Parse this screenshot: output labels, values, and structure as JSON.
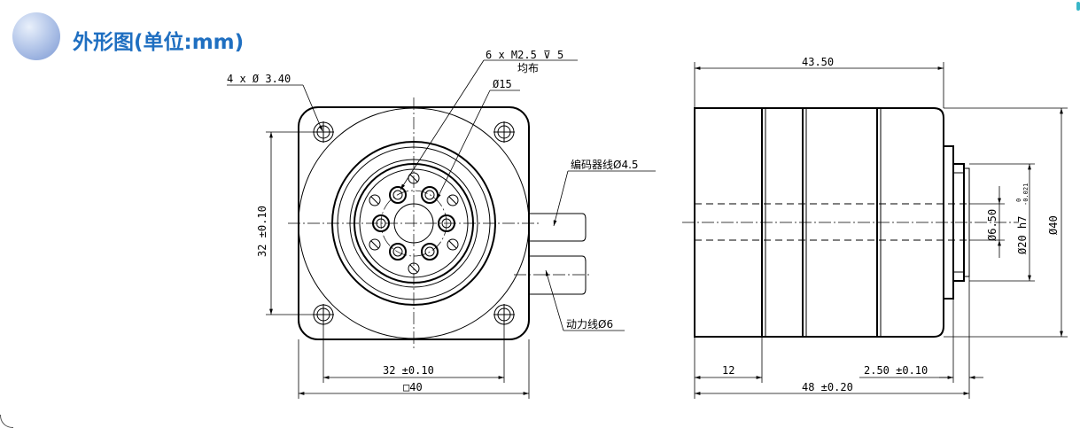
{
  "header": {
    "title": "外形图(单位:mm)"
  },
  "front_view": {
    "flange_holes": "4 x Ø 3.40",
    "threaded_holes_line1": "6 x  M2.5 ⊽ 5",
    "threaded_holes_line2": "均布",
    "pitch_circle": "Ø15",
    "height_dim": "32 ±0.10",
    "width_dim": "32  ±0.10",
    "square_dim": "□40",
    "encoder_cable": "编码器线Ø4.5",
    "power_cable": "动力线Ø6"
  },
  "side_view": {
    "length_total_top": "43.50",
    "body_diameter": "Ø40",
    "pilot_diameter": "Ø20 h7",
    "pilot_tol_upper": "0",
    "pilot_tol_lower": "-0.021",
    "shaft_diameter": "Ø6.50",
    "segment_length": "12",
    "flange_thickness": "2.50  ±0.10",
    "overall_length": "48  ±0.20"
  }
}
